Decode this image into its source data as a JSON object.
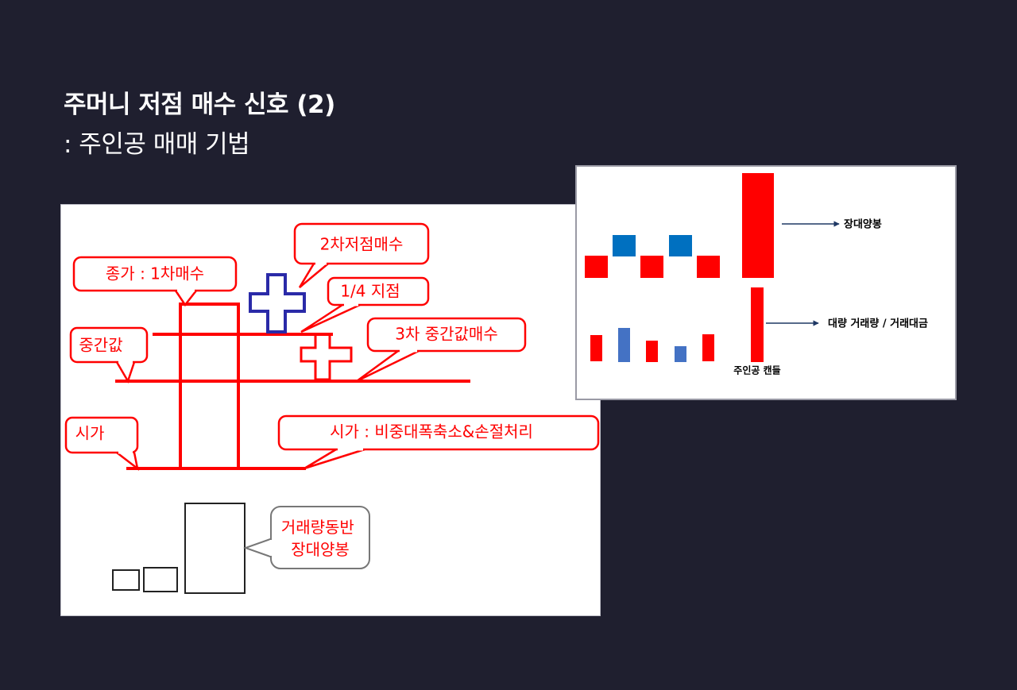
{
  "slide": {
    "title": "주머니 저점 매수 신호 (2)",
    "subtitle": ": 주인공 매매 기법"
  },
  "left_diagram": {
    "labels": {
      "second_low_buy": "2차저점매수",
      "close_first_buy": "종가 : 1차매수",
      "quarter_point": "1/4 지점",
      "middle_value": "중간값",
      "third_middle_buy": "3차 중간값매수",
      "open": "시가",
      "open_rule": "시가 : 비중대폭축소&손절처리",
      "volume_candle": [
        "거래량동반",
        "장대양봉"
      ]
    },
    "colors": {
      "accent_red": "#ff0000",
      "cross_blue": "#2a2aa8",
      "outline_dark": "#222222"
    }
  },
  "right_diagram": {
    "labels": {
      "long_bull_candle": "장대양봉",
      "big_volume": "대량 거래량 / 거래대금",
      "main_candle": "주인공 캔들"
    },
    "colors": {
      "bull_red": "#ff0000",
      "bear_blue": "#0070c0",
      "volume_blue": "#4472c4",
      "arrow_navy": "#1f3864"
    }
  }
}
